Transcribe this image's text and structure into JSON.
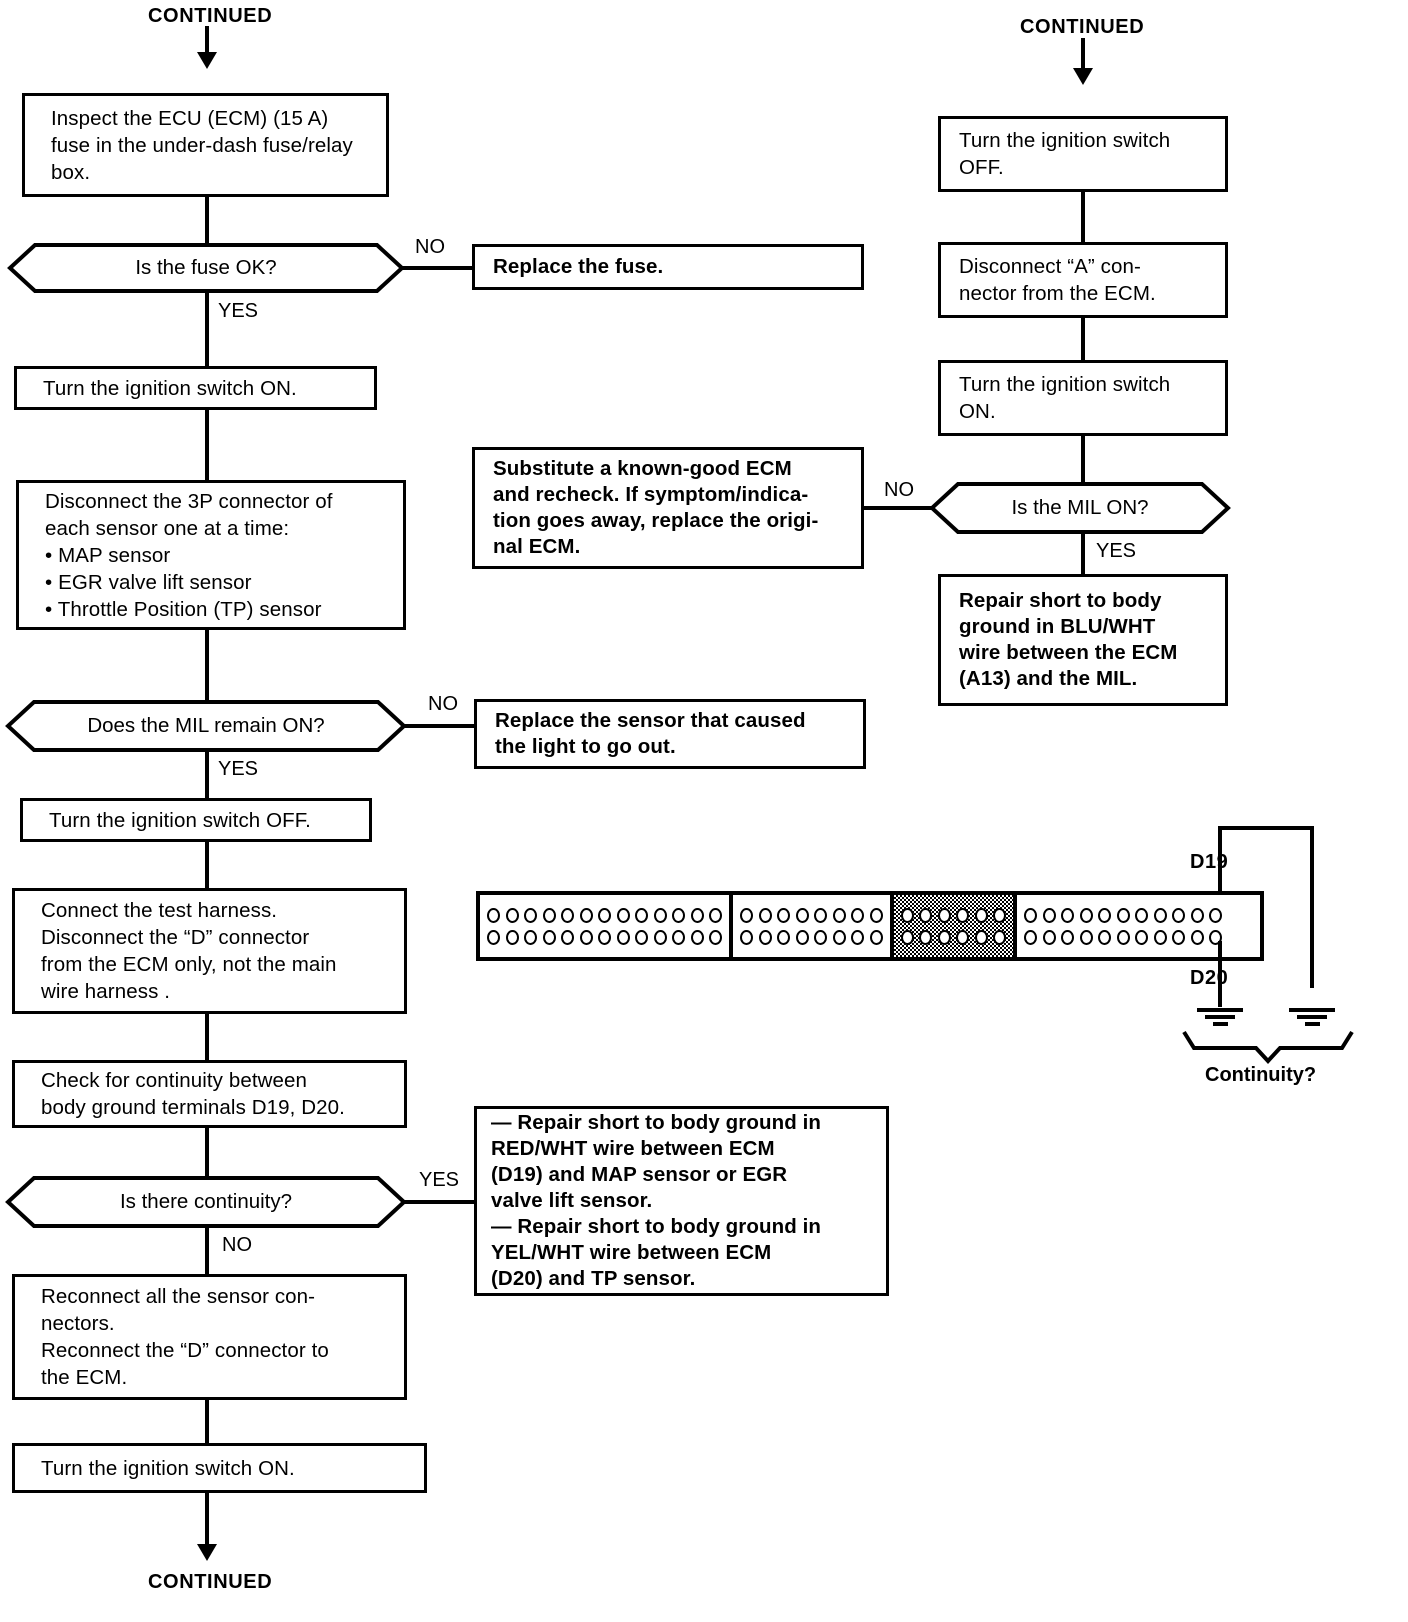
{
  "page": {
    "top_continued_left": "CONTINUED",
    "top_continued_right": "CONTINUED",
    "bottom_continued": "CONTINUED"
  },
  "left_column": {
    "step_inspect_fuse": "Inspect  the  ECU  (ECM)  (15  A)\nfuse in the under-dash fuse/relay\nbox.",
    "decision_fuse_ok": "Is the fuse OK?",
    "decision_fuse_ok_no": "NO",
    "decision_fuse_ok_yes": "YES",
    "result_replace_fuse": "Replace the fuse.",
    "step_ignition_on_1": "Turn the ignition switch ON.",
    "step_disconnect_3p": "Disconnect the 3P connector of\neach sensor one at a time:\n• MAP sensor\n• EGR valve lift sensor\n• Throttle Position (TP) sensor",
    "decision_mil_remain_on": "Does the MIL remain ON?",
    "decision_mil_remain_on_no": "NO",
    "decision_mil_remain_on_yes": "YES",
    "result_replace_sensor": "Replace the sensor that caused\nthe light to go out.",
    "step_ignition_off": "Turn the ignition switch OFF.",
    "step_connect_test_harness": "Connect the test harness.\nDisconnect  the  “D”  connector\nfrom the ECM only, not the main\nwire harness .",
    "step_check_continuity": "Check  for  continuity  between\nbody ground terminals D19, D20.",
    "decision_continuity": "Is there continuity?",
    "decision_continuity_yes": "YES",
    "decision_continuity_no": "NO",
    "result_repair_shorts": "—  Repair short to body ground in\n      RED/WHT wire between ECM\n      (D19) and MAP sensor or EGR\n      valve lift sensor.\n—  Repair short to body ground in\n      YEL/WHT wire between ECM\n      (D20) and TP sensor.",
    "step_reconnect": "Reconnect  all  the  sensor  con-\nnectors.\nReconnect the “D” connector to\nthe ECM.",
    "step_ignition_on_2": "Turn the ignition switch ON."
  },
  "middle_column": {
    "result_substitute_ecm": "Substitute  a  known-good  ECM\nand recheck. If symptom/indica-\ntion goes away, replace the origi-\nnal ECM."
  },
  "right_column": {
    "step_ignition_off": "Turn the ignition switch\nOFF.",
    "step_disconnect_a": "Disconnect  “A”  con-\nnector from the ECM.",
    "step_ignition_on": "Turn the ignition switch\nON.",
    "decision_mil_on": "Is the MIL ON?",
    "decision_mil_on_no": "NO",
    "decision_mil_on_yes": "YES",
    "result_repair_blu_wht": "Repair  short  to  body\nground  in  BLU/WHT\nwire between the ECM\n(A13) and the MIL."
  },
  "harness_diagram": {
    "label_d19": "D19",
    "label_d20": "D20",
    "label_continuity": "Continuity?",
    "segments": [
      {
        "name": "segment-1",
        "pins_per_row": 13,
        "shaded": false
      },
      {
        "name": "segment-2",
        "pins_per_row": 8,
        "shaded": false
      },
      {
        "name": "segment-3",
        "pins_per_row": 6,
        "shaded": true
      },
      {
        "name": "segment-4",
        "pins_per_row": 11,
        "shaded": false
      }
    ],
    "rows": 2
  },
  "colors": {
    "ink": "#000000",
    "paper": "#ffffff"
  }
}
